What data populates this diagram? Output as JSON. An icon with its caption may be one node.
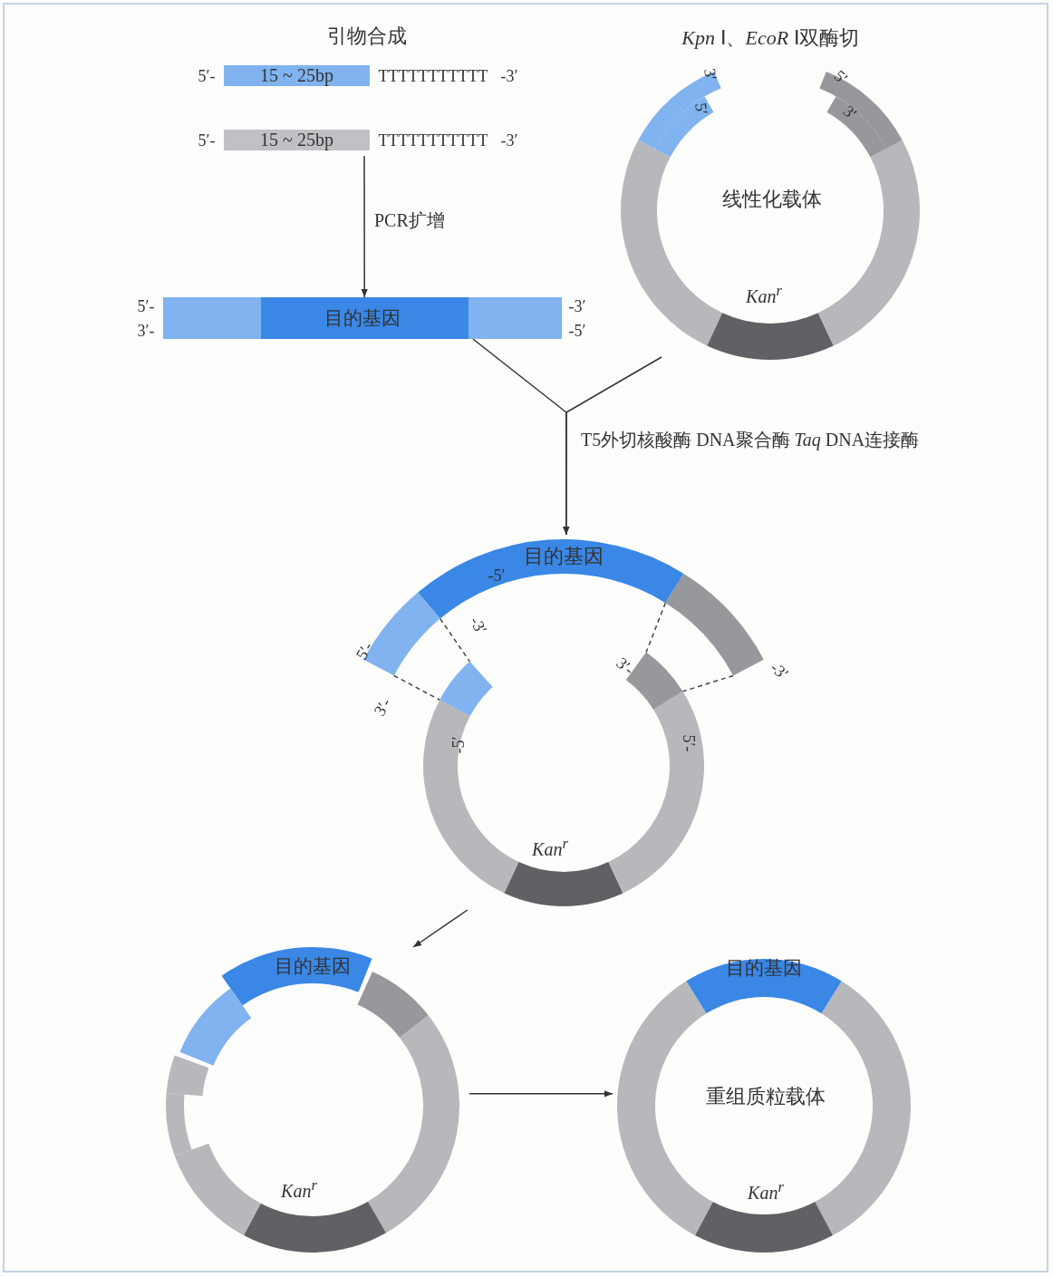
{
  "diagram": {
    "nodes": [
      {
        "text": [
          "引物合成"
        ]
      },
      {
        "text": [
          "15 ~ 25bp"
        ],
        "in": 0,
        "beside": [
          "5′-",
          "TTTTTTTTTTT",
          "-3′"
        ]
      },
      {
        "text": [
          "15 ~ 25bp"
        ],
        "in": 0,
        "beside": [
          "5′-",
          "TTTTTTTTTTT",
          "-3′"
        ]
      },
      {
        "text": [
          "目的基因"
        ],
        "beside": [
          "5′-",
          "3′-",
          "-3′",
          "-5′"
        ]
      },
      {
        "text": [
          "*Kpn* Ⅰ、*EcoR* Ⅰ双酶切",
          "线性化载体",
          "Kan$^{r}$",
          "3′",
          "5′",
          "5′",
          "3′"
        ]
      },
      {
        "text": [
          "目的基因",
          "Kan$^{r}$",
          "-5′",
          "-3′",
          "3′-",
          "3′-",
          "-5′",
          "5′-"
        ],
        "beside": [
          "5′-",
          "-3′"
        ]
      },
      {
        "text": [
          "目的基因",
          "Kan$^{r}$"
        ]
      },
      {
        "text": [
          "目的基因",
          "重组质粒载体",
          "Kan$^{r}$"
        ]
      }
    ],
    "edges": [
      {
        "from": 0,
        "to": 3,
        "arrow": "to",
        "label": "PCR扩增"
      },
      {
        "from": 3,
        "to": 5,
        "arrow": "to",
        "label": "T5外切核酸酶 DNA聚合酶 *Taq* DNA连接酶"
      },
      {
        "from": 4,
        "to": 5,
        "arrow": "to"
      },
      {
        "from": 5,
        "to": 6,
        "arrow": "to"
      },
      {
        "from": 6,
        "to": 7,
        "arrow": "to"
      }
    ]
  }
}
